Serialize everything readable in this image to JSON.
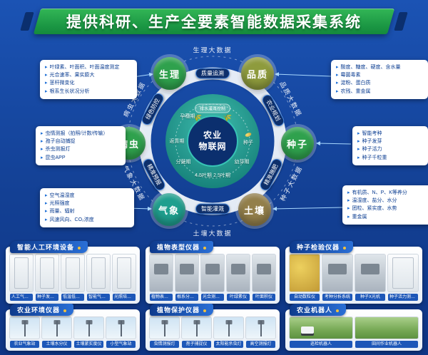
{
  "banner": {
    "title": "提供科研、生产全要素智能数据采集系统"
  },
  "hub": {
    "center_line1": "农业",
    "center_line2": "物联网",
    "irrigation_pill": "排水灌溉控制",
    "stages": [
      "孕穗期",
      "返青期",
      "分蘖期",
      "4.5叶期",
      "2.5叶期",
      "幼芽期",
      "种子"
    ],
    "nodes": [
      {
        "label": "生理",
        "color": "#2fa14d"
      },
      {
        "label": "品质",
        "color": "#8e9b3d"
      },
      {
        "label": "种子",
        "color": "#2fa14d"
      },
      {
        "label": "土壤",
        "color": "#937f4b"
      },
      {
        "label": "气象",
        "color": "#1f9f8e"
      },
      {
        "label": "病虫",
        "color": "#2fa14d"
      }
    ],
    "ring_badges": [
      "质量追溯",
      "农业规划",
      "精准施肥",
      "智能灌溉",
      "精准预报",
      "绿色防控"
    ],
    "outer_labels": [
      "生理大数据",
      "品质大数据",
      "种子大数据",
      "土壤大数据",
      "气象大数据",
      "病虫大数据"
    ]
  },
  "info_boxes": {
    "physiology": {
      "items": [
        "叶绿素、叶面积、叶面温度测定",
        "光合速率、果实膨大",
        "茎秆微变化",
        "根系生长状况分析"
      ]
    },
    "pest": {
      "items": [
        "虫情测报（拍照/计数/传输）",
        "孢子自动捕捉",
        "杀虫测报灯",
        "昆虫APP"
      ]
    },
    "weather": {
      "items": [
        "空气温湿度",
        "光照强度",
        "雨量、辐射",
        "风速风向、CO₂浓度"
      ]
    },
    "quality": {
      "items": [
        "酸度、糖度、硬度、含水量",
        "霉菌毒素",
        "淀粉、蛋白质",
        "农残、重金属"
      ]
    },
    "seed": {
      "items": [
        "智能考种",
        "种子发芽",
        "种子活力",
        "种子千粒重"
      ]
    },
    "soil": {
      "items": [
        "有机质、N、P、K等养分",
        "温湿度、盐分、水分",
        "团粒、紧实度、水势",
        "重金属"
      ]
    }
  },
  "panels": [
    {
      "title": "智能人工环境设备",
      "products": [
        "人工气候箱",
        "种子发芽箱",
        "低温低湿储藏柜",
        "智能气候室",
        "光照培养箱"
      ]
    },
    {
      "title": "植物表型仪器",
      "products": [
        "植物表型平台",
        "根系分析系统",
        "光合测定仪",
        "叶绿素仪",
        "叶面积仪"
      ]
    },
    {
      "title": "种子检验仪器",
      "products": [
        "自动数粒仪",
        "考种分析系统",
        "种子X光机",
        "种子活力测定仪"
      ]
    },
    {
      "title": "农业环境仪器",
      "products": [
        "农业气象站",
        "土壤水分仪",
        "土壤紧实度仪",
        "小型气象站"
      ]
    },
    {
      "title": "植物保护仪器",
      "products": [
        "虫情测报灯",
        "孢子捕捉仪",
        "太阳能杀虫灯",
        "高空测报灯"
      ]
    },
    {
      "title": "农业机器人",
      "products": [
        "巡检机器人",
        "田间作业机器人"
      ]
    }
  ]
}
